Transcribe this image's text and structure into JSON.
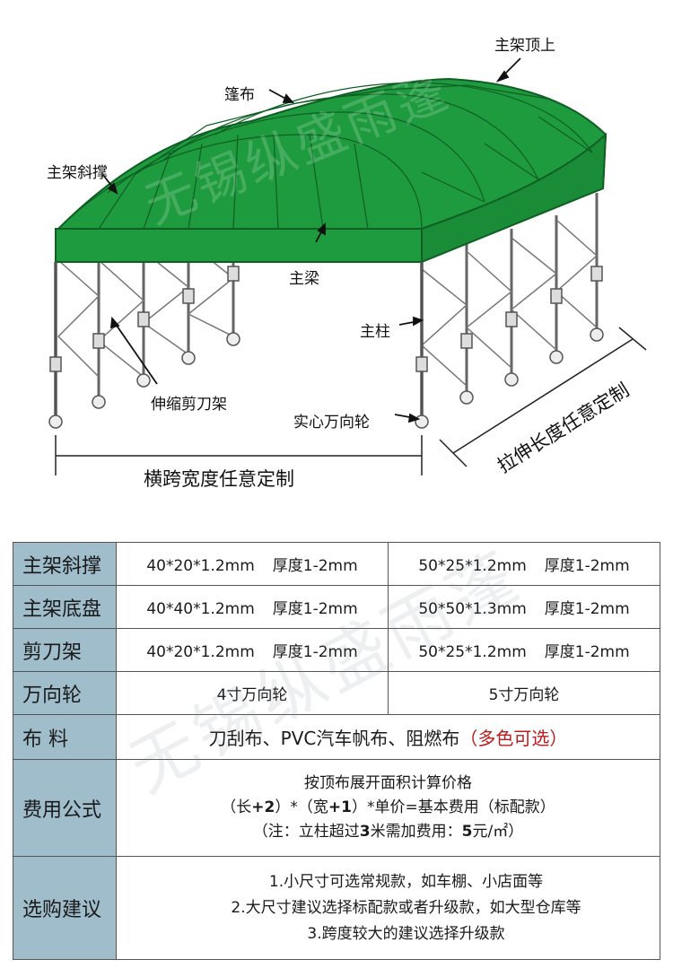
{
  "diagram": {
    "labels": {
      "main_frame_top": "主架顶上",
      "canopy_cloth": "篷布",
      "main_frame_brace": "主架斜撑",
      "main_beam": "主梁",
      "main_column": "主柱",
      "scissor_frame": "伸缩剪刀架",
      "solid_wheel": "实心万向轮",
      "span_width": "横跨宽度任意定制",
      "stretch_length": "拉伸长度任意定制"
    },
    "colors": {
      "canopy": "#1e9b3e",
      "canopy_dark": "#157a2f",
      "frame": "#555555"
    }
  },
  "watermark": "无锡纵盛雨蓬",
  "table": {
    "rows": [
      {
        "header": "主架斜撑",
        "left": "40*20*1.2mm",
        "left_thick": "厚度1-2mm",
        "right": "50*25*1.2mm",
        "right_thick": "厚度1-2mm"
      },
      {
        "header": "主架底盘",
        "left": "40*40*1.2mm",
        "left_thick": "厚度1-2mm",
        "right": "50*50*1.3mm",
        "right_thick": "厚度1-2mm"
      },
      {
        "header": "剪刀架",
        "left": "40*20*1.2mm",
        "left_thick": "厚度1-2mm",
        "right": "50*25*1.2mm",
        "right_thick": "厚度1-2mm"
      },
      {
        "header": "万向轮",
        "left": "4寸万向轮",
        "right": "5寸万向轮"
      }
    ],
    "fabric": {
      "header": "布  料",
      "text": "刀刮布、PVC汽车帆布、阻燃布",
      "accent": "（多色可选）"
    },
    "cost": {
      "header": "费用公式",
      "line1": "按顶布展开面积计算价格",
      "line2_a": "（长",
      "line2_b": "+2",
      "line2_c": "）*（宽",
      "line2_d": "+1",
      "line2_e": "）*单价=基本费用（标配款）",
      "line3_a": "（注：立柱超过",
      "line3_b": "3",
      "line3_c": "米需加费用：",
      "line3_d": "5",
      "line3_e": "元/㎡）"
    },
    "advice": {
      "header": "选购建议",
      "items": [
        "1.小尺寸可选常规款，如车棚、小店面等",
        "2.大尺寸建议选择标配款或者升级款，如大型仓库等",
        "3.跨度较大的建议选择升级款"
      ]
    },
    "colors": {
      "header_bg": "#9fbdcb",
      "accent": "#b81c1c"
    }
  }
}
